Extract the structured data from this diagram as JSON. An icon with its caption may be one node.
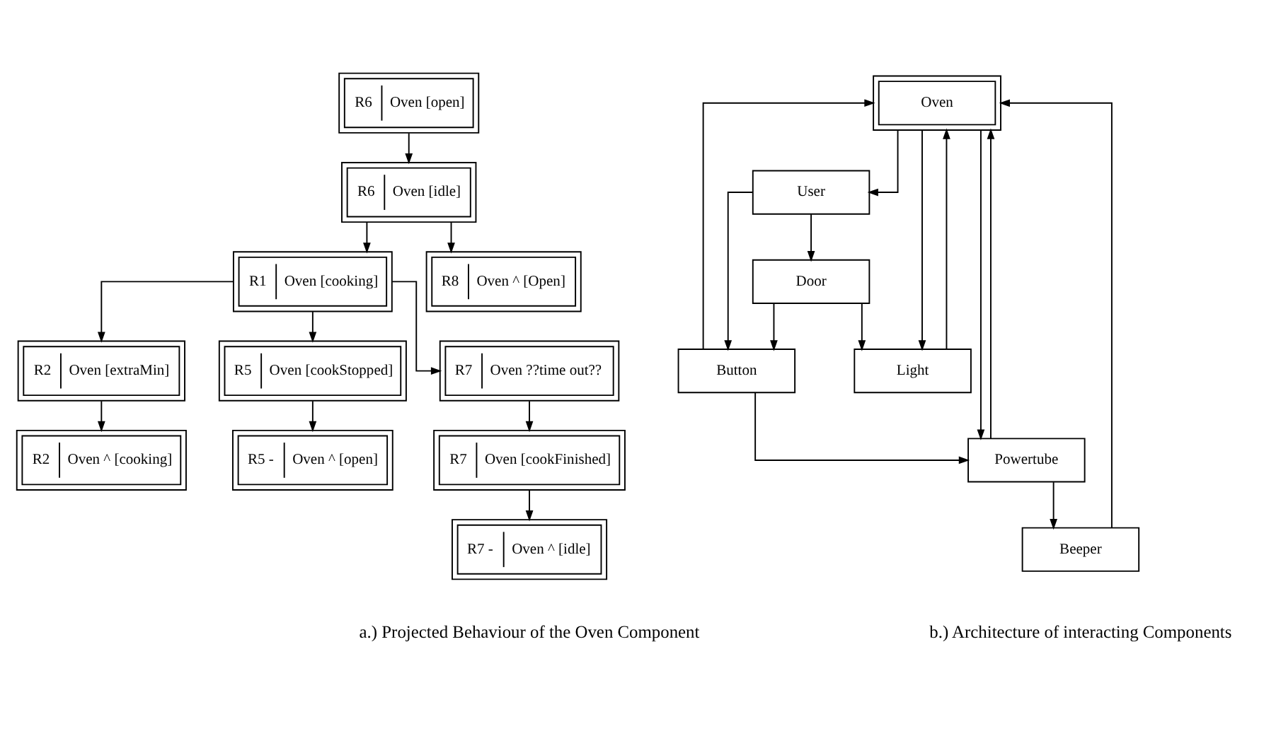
{
  "diagram": {
    "nodes": [
      {
        "text": [
          "R6",
          "Oven [open]"
        ]
      },
      {
        "text": [
          "R6",
          "Oven [idle]"
        ]
      },
      {
        "text": [
          "R1",
          "Oven [cooking]"
        ]
      },
      {
        "text": [
          "R8",
          "Oven ^ [Open]"
        ]
      },
      {
        "text": [
          "R2",
          "Oven [extraMin]"
        ]
      },
      {
        "text": [
          "R5",
          "Oven [cookStopped]"
        ]
      },
      {
        "text": [
          "R7",
          "Oven ??time out??"
        ]
      },
      {
        "text": [
          "R2",
          "Oven ^ [cooking]"
        ]
      },
      {
        "text": [
          "R5 -",
          "Oven ^ [open]"
        ]
      },
      {
        "text": [
          "R7",
          "Oven [cookFinished]"
        ]
      },
      {
        "text": [
          "R7 -",
          "Oven ^ [idle]"
        ]
      },
      {
        "text": [
          "Oven"
        ]
      },
      {
        "text": [
          "User"
        ]
      },
      {
        "text": [
          "Door"
        ]
      },
      {
        "text": [
          "Button"
        ]
      },
      {
        "text": [
          "Light"
        ]
      },
      {
        "text": [
          "Powertube"
        ]
      },
      {
        "text": [
          "Beeper"
        ]
      }
    ],
    "edges": [
      {
        "from": 0,
        "to": 1,
        "arrow": "to"
      },
      {
        "from": 1,
        "to": 2,
        "arrow": "to"
      },
      {
        "from": 1,
        "to": 3,
        "arrow": "to"
      },
      {
        "from": 2,
        "to": 4,
        "arrow": "to"
      },
      {
        "from": 2,
        "to": 5,
        "arrow": "to"
      },
      {
        "from": 2,
        "to": 6,
        "arrow": "to"
      },
      {
        "from": 4,
        "to": 7,
        "arrow": "to"
      },
      {
        "from": 5,
        "to": 8,
        "arrow": "to"
      },
      {
        "from": 6,
        "to": 9,
        "arrow": "to"
      },
      {
        "from": 9,
        "to": 10,
        "arrow": "to"
      },
      {
        "from": 11,
        "to": 12,
        "arrow": "to"
      },
      {
        "from": 11,
        "to": 15,
        "arrow": "to"
      },
      {
        "from": 11,
        "to": 16,
        "arrow": "to"
      },
      {
        "from": 12,
        "to": 13,
        "arrow": "to"
      },
      {
        "from": 12,
        "to": 14,
        "arrow": "to"
      },
      {
        "from": 13,
        "to": 14,
        "arrow": "to"
      },
      {
        "from": 13,
        "to": 15,
        "arrow": "to"
      },
      {
        "from": 14,
        "to": 16,
        "arrow": "to"
      },
      {
        "from": 14,
        "to": 11,
        "arrow": "to"
      },
      {
        "from": 15,
        "to": 11,
        "arrow": "to"
      },
      {
        "from": 16,
        "to": 11,
        "arrow": "to"
      },
      {
        "from": 17,
        "to": 11,
        "arrow": "to"
      },
      {
        "from": 16,
        "to": 17,
        "arrow": "to"
      }
    ],
    "labels": [
      "a.) Projected Behaviour of the Oven Component",
      "b.) Architecture of interacting Components"
    ]
  }
}
